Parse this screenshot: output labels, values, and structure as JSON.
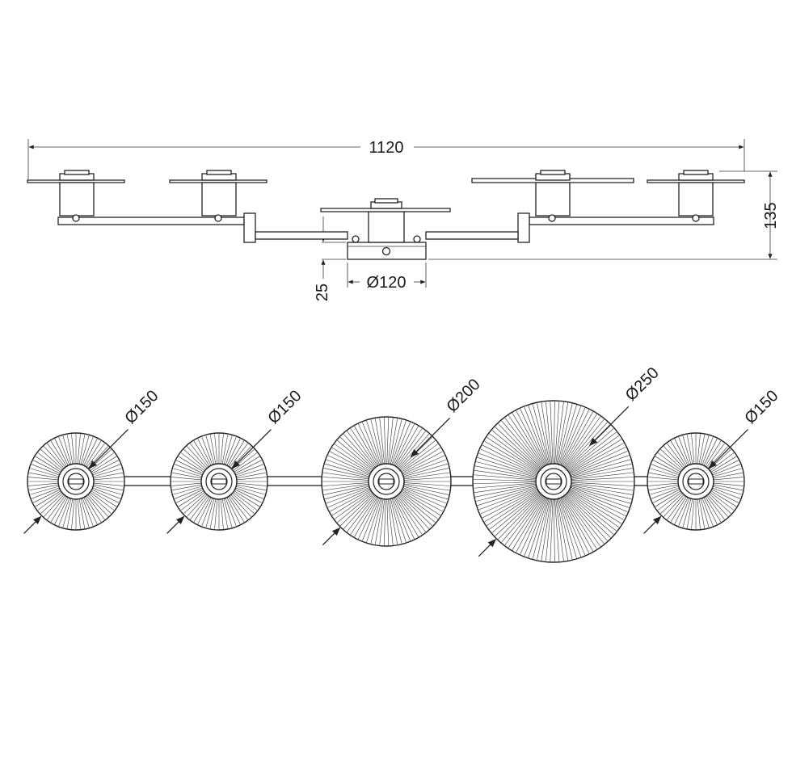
{
  "dimensions": {
    "total_length": "1120",
    "height": "135",
    "base_depth": "25",
    "base_diameter": "Ø120"
  },
  "shades": [
    {
      "diameter_label": "Ø150",
      "diameter": 150
    },
    {
      "diameter_label": "Ø150",
      "diameter": 150
    },
    {
      "diameter_label": "Ø200",
      "diameter": 200
    },
    {
      "diameter_label": "Ø250",
      "diameter": 250
    },
    {
      "diameter_label": "Ø150",
      "diameter": 150
    }
  ]
}
